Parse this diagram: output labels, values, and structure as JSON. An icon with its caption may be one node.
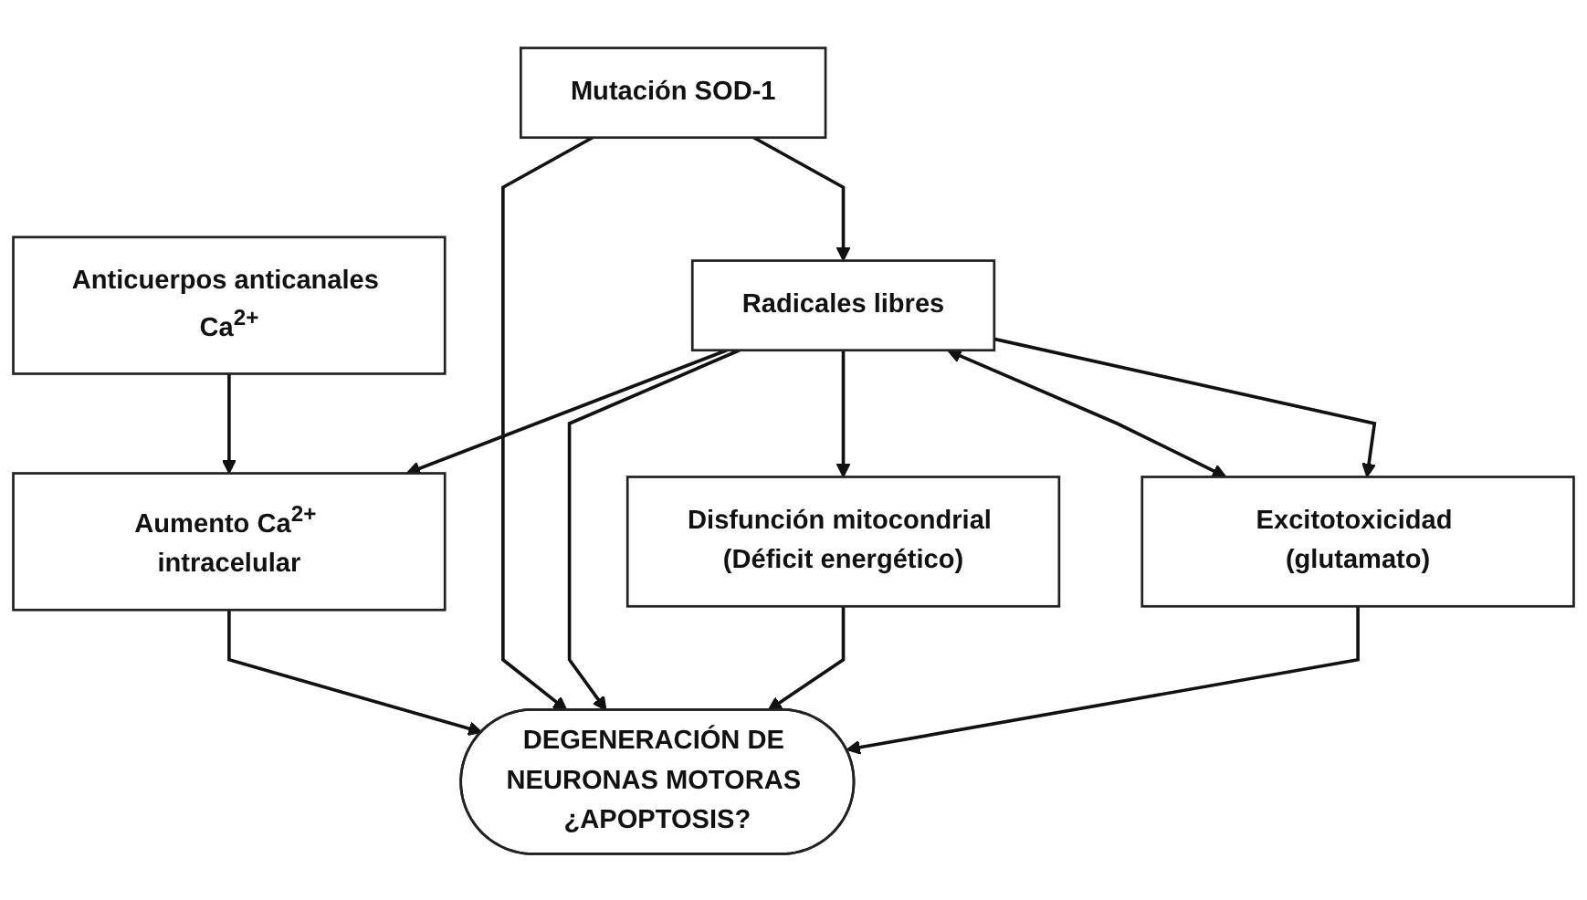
{
  "diagram": {
    "nodes": [
      {
        "text": [
          "Excitotoxicidad (glutamato)"
        ]
      },
      {
        "text": [
          "Aumento Ca$^{2+}$ intracelular"
        ]
      },
      {
        "text": [
          "Disfunción mitocondrial (Déficit energético)"
        ]
      },
      {
        "text": [
          "DEGENERACIÓN DE NEURONAS MOTORAS ¿APOPTOSIS?"
        ]
      },
      {
        "text": [
          "Anticuerpos anticanales Ca$^{2+}$"
        ]
      },
      {
        "text": [
          "Mutación SOD-1"
        ]
      },
      {
        "text": [
          "Radicales libres"
        ]
      }
    ],
    "edges": [
      {
        "from": 0,
        "to": 3,
        "arrow": "to"
      },
      {
        "from": 1,
        "to": 3,
        "arrow": "to"
      },
      {
        "from": 2,
        "to": 3,
        "arrow": "to"
      },
      {
        "from": 4,
        "to": 1,
        "arrow": "to"
      },
      {
        "from": 6,
        "to": 1,
        "arrow": "to"
      },
      {
        "from": 6,
        "to": 3,
        "arrow": "to"
      },
      {
        "from": 6,
        "to": 2,
        "arrow": "to"
      },
      {
        "from": 5,
        "to": 3,
        "arrow": "to"
      },
      {
        "from": 5,
        "to": 6,
        "arrow": "to"
      },
      {
        "from": 6,
        "to": 0,
        "arrow": "both"
      },
      {
        "from": 6,
        "to": 0,
        "arrow": "to"
      }
    ]
  }
}
